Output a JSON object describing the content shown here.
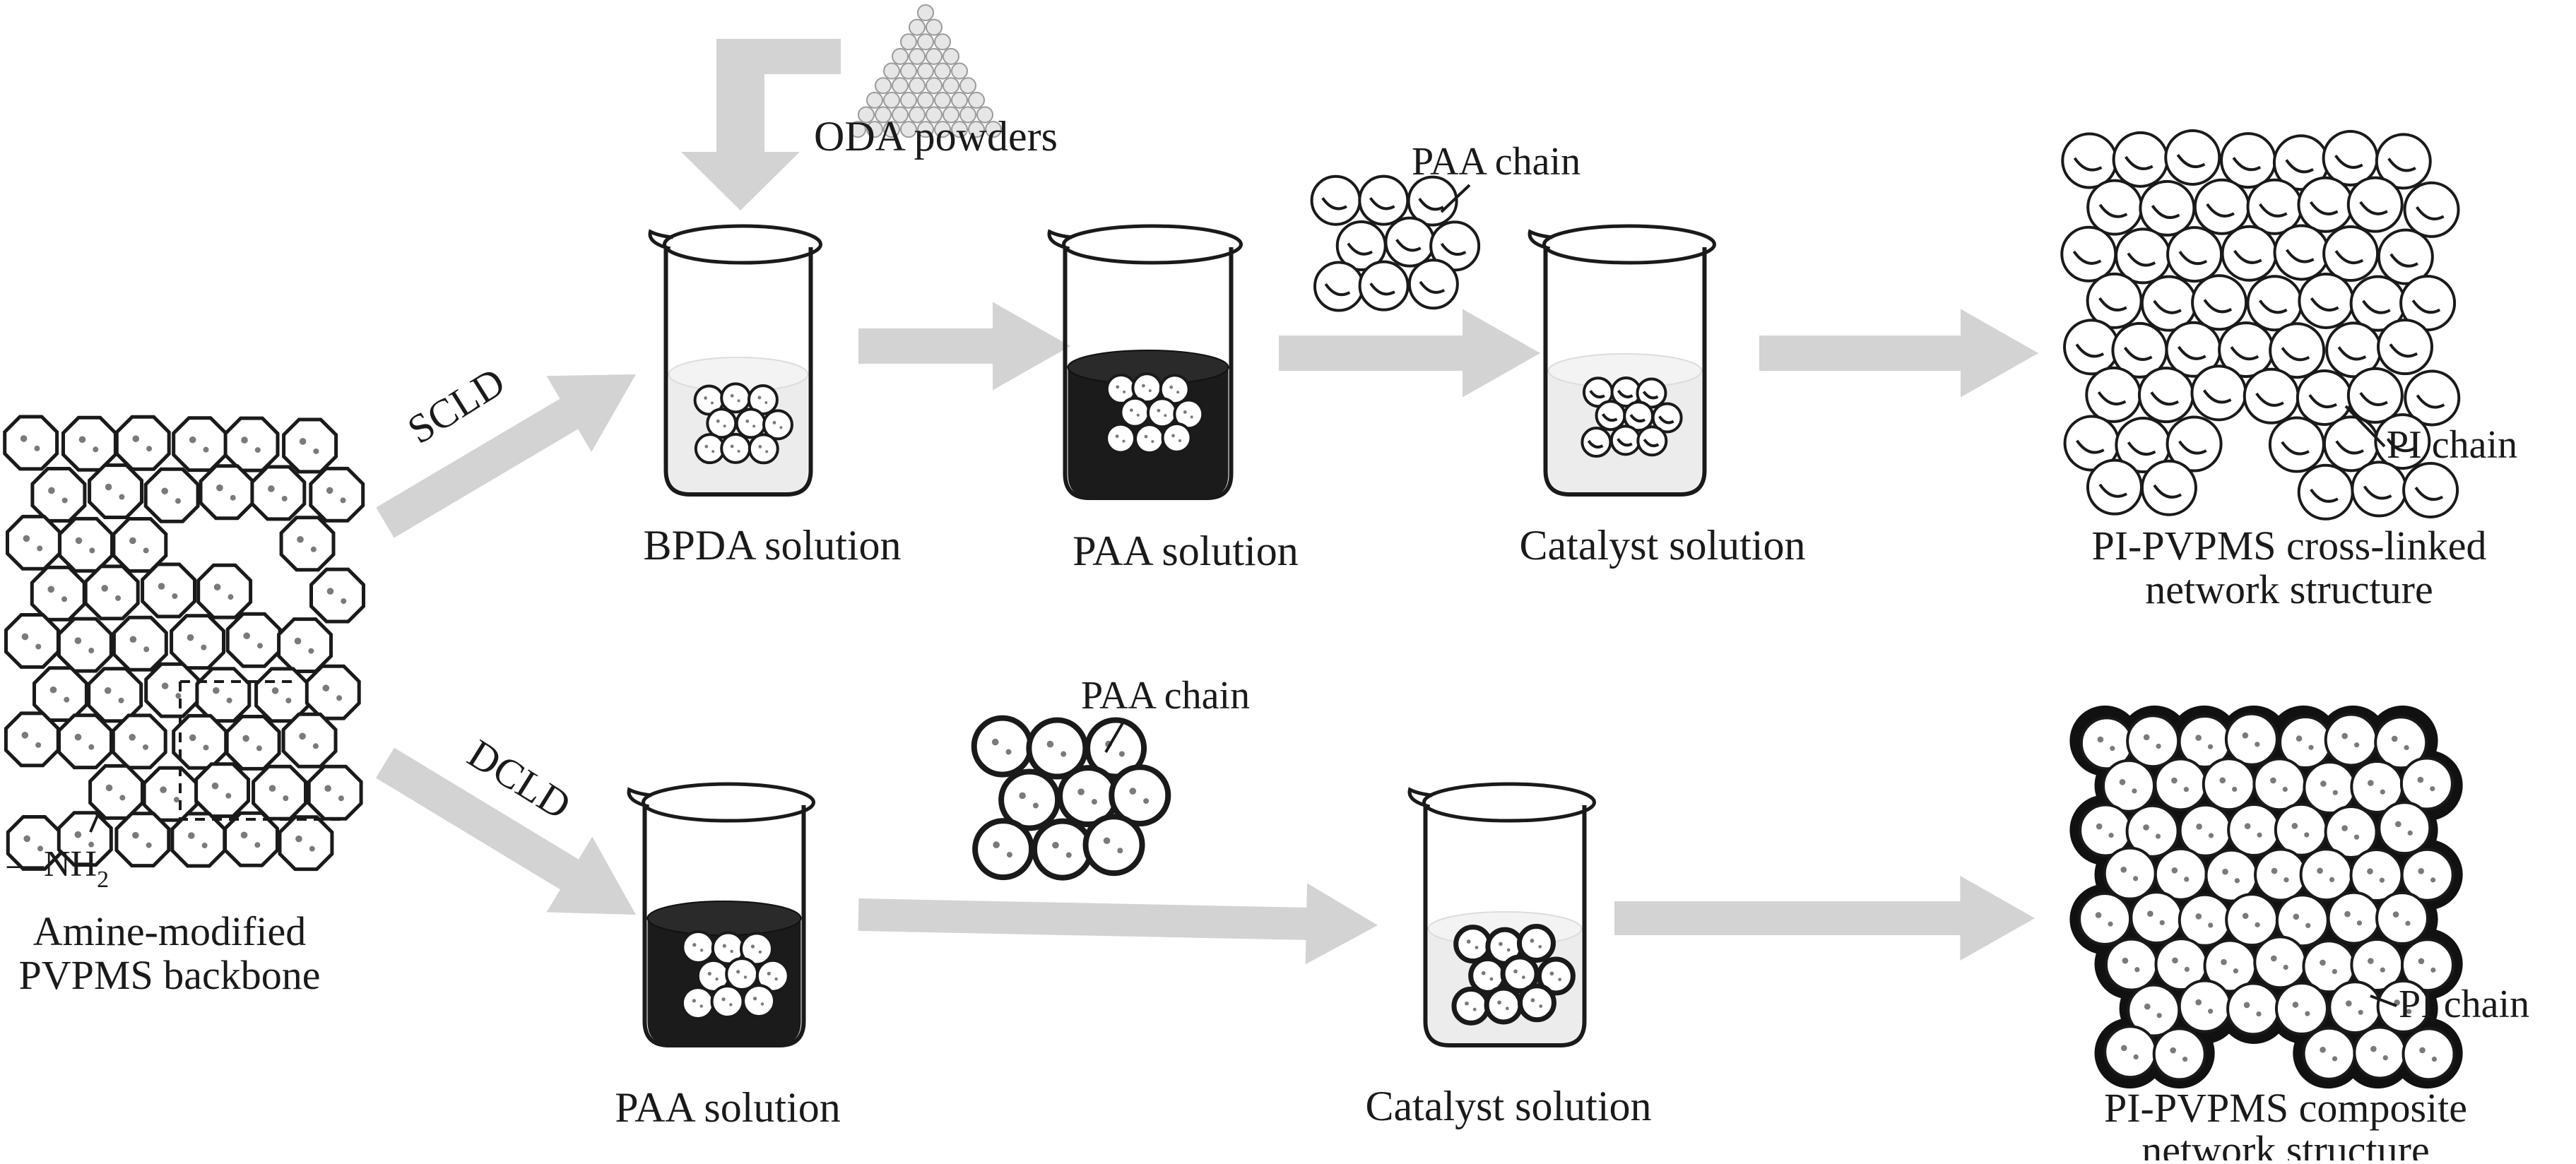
{
  "colors": {
    "arrow": "#d3d3d3",
    "ink": "#1a1a1a",
    "liquid_light": "#ececec",
    "liquid_dark": "#1b1b1b",
    "sphere_fill": "#ffffff",
    "sphere_dot": "#7a7a7a",
    "powder": "#e6e6e6"
  },
  "left_structure": {
    "label_line1": "Amine-modified",
    "label_line2": "PVPMS backbone",
    "amine_group": "—NH",
    "amine_subscript": "2"
  },
  "powder": {
    "label": "ODA powders"
  },
  "routes": {
    "scld": {
      "label": "SCLD",
      "beaker1_label": "BPDA solution",
      "beaker2_label": "PAA solution",
      "chain_label": "PAA chain",
      "beaker3_label": "Catalyst solution",
      "result_line1": "PI-PVPMS cross-linked",
      "result_line2": "network structure",
      "pi_chain_label": "PI chain"
    },
    "dcld": {
      "label": "DCLD",
      "beaker1_label": "PAA solution",
      "chain_label": "PAA chain",
      "beaker2_label": "Catalyst solution",
      "result_line1": "PI-PVPMS composite",
      "result_line2": "network structure",
      "pi_chain_label": "PI chain"
    }
  }
}
